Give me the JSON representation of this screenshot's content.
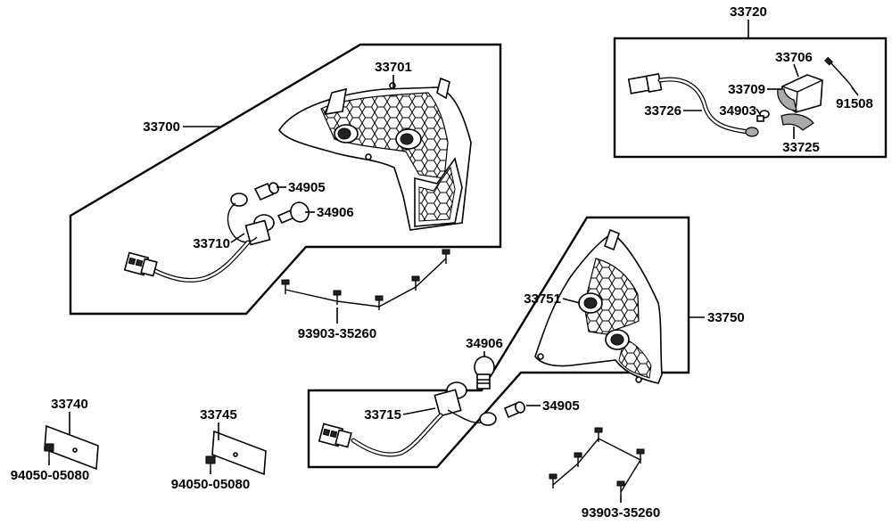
{
  "parts": {
    "p33720": "33720",
    "p33706": "33706",
    "p33709": "33709",
    "p33726": "33726",
    "p34903": "34903",
    "p91508": "91508",
    "p33725": "33725",
    "p33701": "33701",
    "p33700": "33700",
    "p34905_top": "34905",
    "p34906_top": "34906",
    "p33710": "33710",
    "p93903_top": "93903-35260",
    "p33751": "33751",
    "p33750": "33750",
    "p34906_bottom": "34906",
    "p33715": "33715",
    "p34905_bottom": "34905",
    "p93903_bottom": "93903-35260",
    "p33740": "33740",
    "p33745": "33745",
    "p94050_left": "94050-05080",
    "p94050_right": "94050-05080"
  }
}
